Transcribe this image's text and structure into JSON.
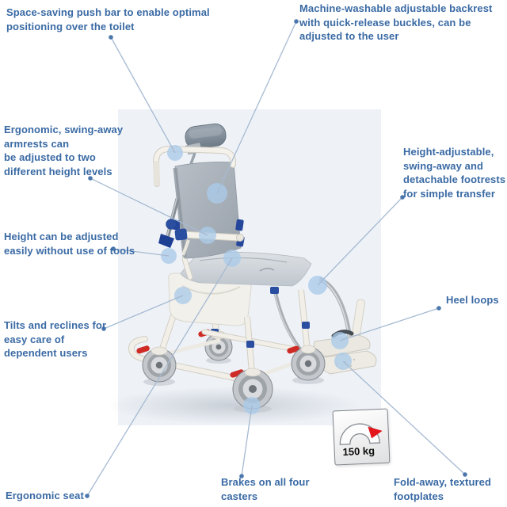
{
  "figure": {
    "kind": "annotated product diagram",
    "subject": "tilt-in-space shower commode chair with casters"
  },
  "annotations": {
    "push_bar": "Space-saving push bar to enable optimal\npositioning over the toilet",
    "backrest": "Machine-washable adjustable backrest\nwith quick-release buckles, can be\nadjusted to the user",
    "armrests": "Ergonomic, swing-away\narmrests can\nbe adjusted to two\ndifferent height levels",
    "height_adjust": "Height can be adjusted\neasily without use of tools",
    "tilt": "Tilts and reclines for\neasy care of\ndependent users",
    "seat": "Ergonomic seat",
    "brakes": "Brakes on all four\ncasters",
    "footrests": "Height-adjustable,\nswing-away and\ndetachable footrests\nfor simple transfer",
    "heel_loops": "Heel loops",
    "footplates": "Fold-away, textured\nfootplates"
  },
  "badge": {
    "label": "150 kg"
  },
  "colors": {
    "annotation_text": "#3a6aa4",
    "callout_line": "#a6bad2",
    "callout_dot": "#4b77ac",
    "feature_highlight": "#abcbe9",
    "badge_needle": "#e3161b",
    "chair_accent_blue": "#2b4fa0",
    "brake_red": "#cf2b26"
  }
}
